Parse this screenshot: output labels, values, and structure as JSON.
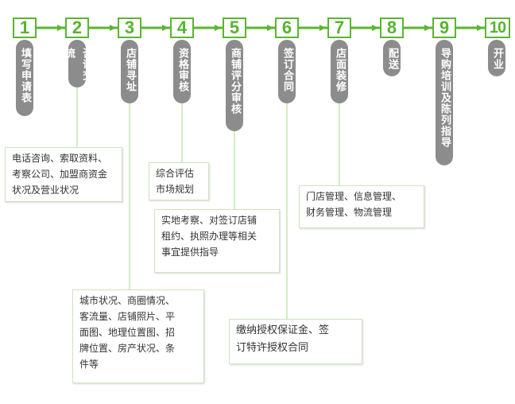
{
  "steps": [
    {
      "number": "1",
      "label": "填写申请表"
    },
    {
      "number": "2",
      "label": "咨询交流"
    },
    {
      "number": "3",
      "label": "店铺寻址"
    },
    {
      "number": "4",
      "label": "资格审核"
    },
    {
      "number": "5",
      "label": "商铺评分审核"
    },
    {
      "number": "6",
      "label": "签订合同"
    },
    {
      "number": "7",
      "label": "店面装修"
    },
    {
      "number": "8",
      "label": "配送"
    },
    {
      "number": "9",
      "label": "导购培训及陈列指导"
    },
    {
      "number": "10",
      "label": "开业"
    }
  ],
  "notes": {
    "consult": "电话咨询、索取资料、\n考察公司、加盟商资金\n状况及营业状况",
    "qualification": "综合评估\n市场规划",
    "store_eval": "实地考察、对签订店铺\n租约、执照办理等相关\n事宜提供指导",
    "decoration": "门店管理、信息管理、\n财务管理、物流管理",
    "location": "城市状况、商圈情况、\n客流量、店铺照片、平\n面图、地理位置图、招\n牌位置、房产状况、条\n件等",
    "contract": "缴纳授权保证金、签\n订特许授权合同"
  },
  "colors": {
    "accent_green": "#5cb531",
    "pill_gray": "#8c8c8c",
    "connector_green": "#a9d98c"
  }
}
